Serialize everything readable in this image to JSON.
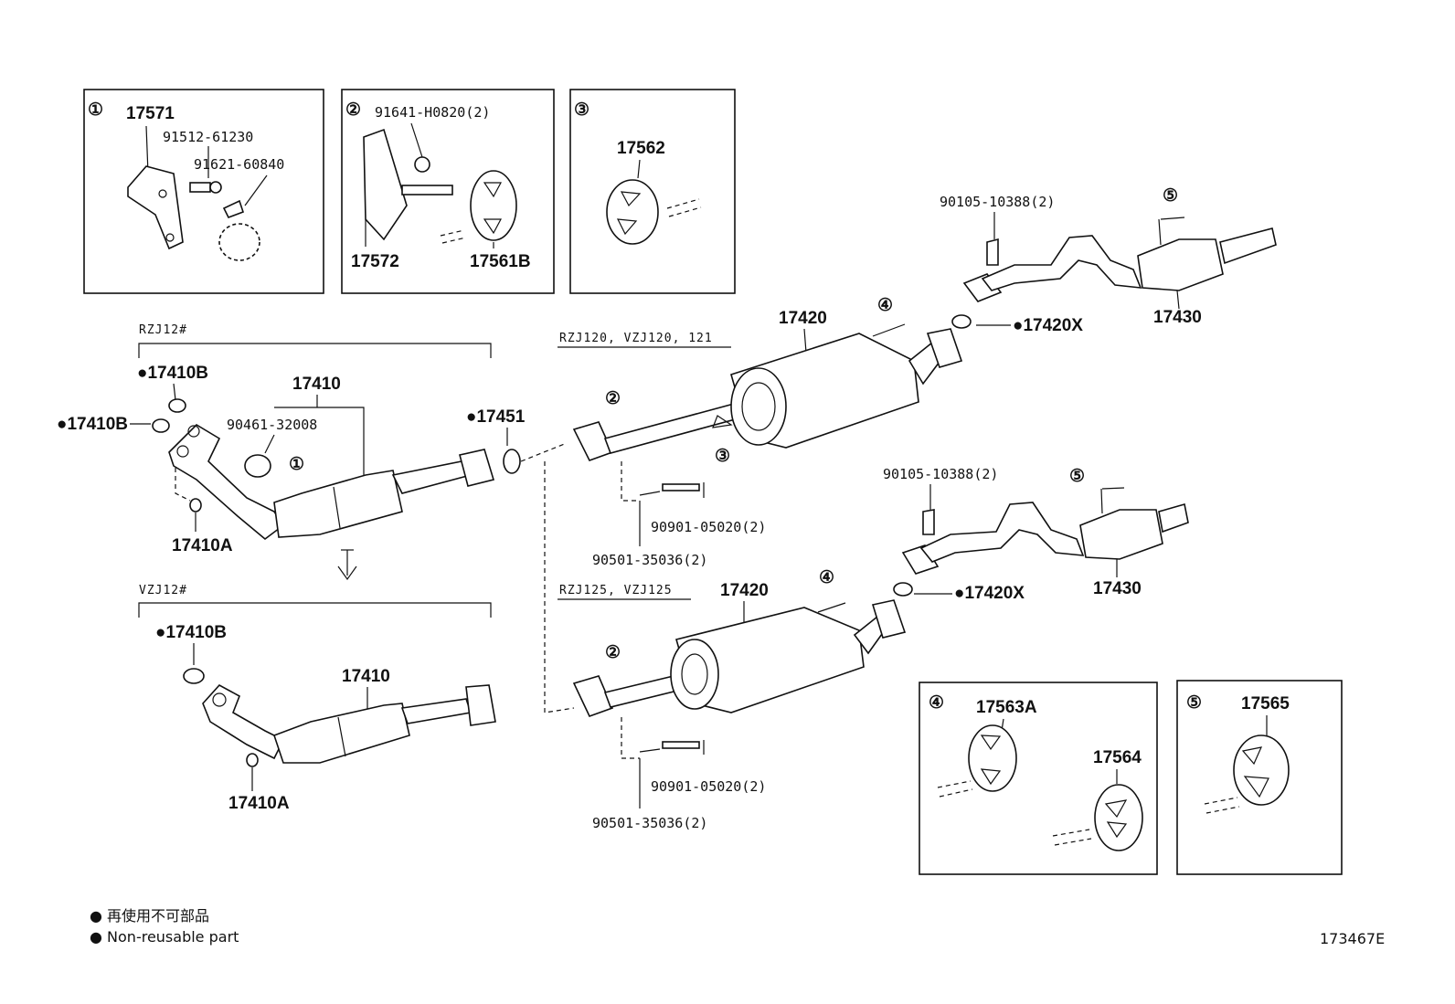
{
  "diagram_id": "173467E",
  "callouts": {
    "c1": "①",
    "c2": "②",
    "c3": "③",
    "c4": "④",
    "c5": "⑤"
  },
  "detail_boxes": {
    "box1": {
      "part_main": "17571",
      "bolt1": "91512-61230",
      "bolt2": "91621-60840"
    },
    "box2": {
      "bolt": "91641-H0820(2)",
      "bracket": "17572",
      "hanger": "17561B"
    },
    "box3": {
      "hanger": "17562"
    },
    "box4": {
      "hanger_a": "17563A",
      "hanger_b": "17564"
    },
    "box5": {
      "hanger": "17565"
    }
  },
  "models": {
    "rzj": "RZJ12#",
    "vzj": "VZJ12#",
    "upper_muffler": "RZJ120, VZJ120, 121",
    "lower_muffler": "RZJ125, VZJ125"
  },
  "parts": {
    "front_pipe": "17410",
    "gasket_b": "●17410B",
    "nut_a": "17410A",
    "bolt_90461": "90461-32008",
    "gasket_17451": "●17451",
    "center_pipe": "17420",
    "gasket_x": "●17420X",
    "tail_pipe": "17430",
    "bolt_90105": "90105-10388(2)",
    "bolt_90901": "90901-05020(2)",
    "spring_90501": "90501-35036(2)"
  },
  "legend": {
    "line_jp": "● 再使用不可部品",
    "line_en": "● Non-reusable part"
  }
}
